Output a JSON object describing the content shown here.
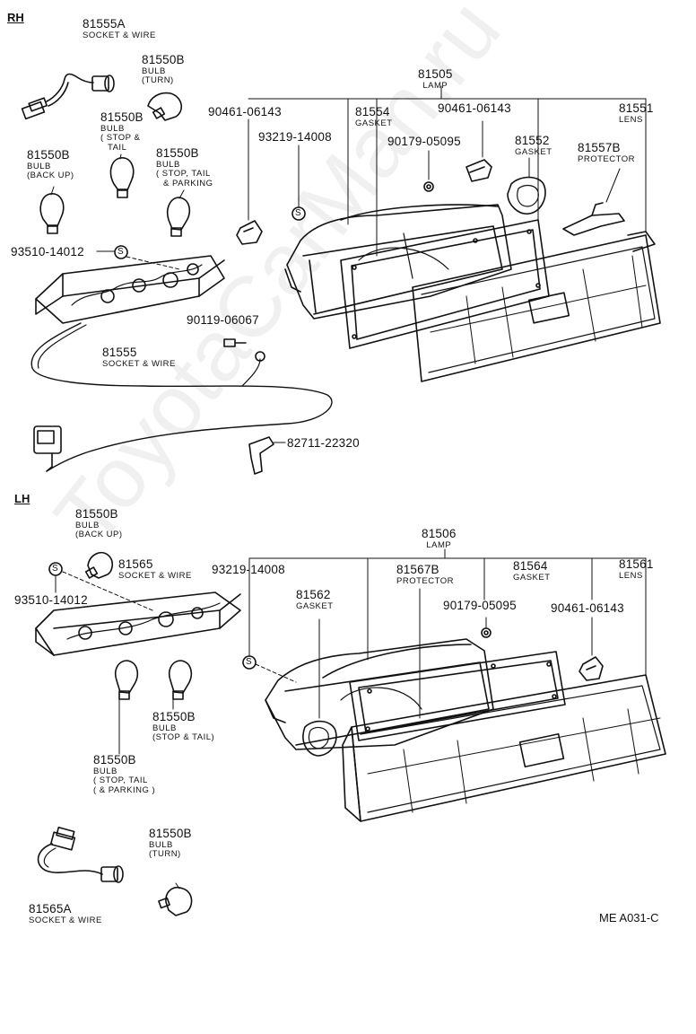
{
  "sections": {
    "rh": "RH",
    "lh": "LH"
  },
  "watermark": "ToyotaCarMan.ru",
  "figure_code": "ME A031-C",
  "rh": {
    "p81555A": {
      "pn": "81555A",
      "name": "SOCKET & WIRE"
    },
    "p81550B_turn": {
      "pn": "81550B",
      "name1": "BULB",
      "name2": "(TURN)"
    },
    "p81550B_stoptail": {
      "pn": "81550B",
      "name1": "BULB",
      "name2": "( STOP &",
      "name3": "TAIL"
    },
    "p81550B_backup": {
      "pn": "81550B",
      "name1": "BULB",
      "name2": "(BACK UP)"
    },
    "p81550B_stp": {
      "pn": "81550B",
      "name1": "BULB",
      "name2": "( STOP, TAIL",
      "name3": "& PARKING"
    },
    "p93510": {
      "pn": "93510-14012"
    },
    "p90119": {
      "pn": "90119-06067"
    },
    "p81555": {
      "pn": "81555",
      "name": "SOCKET & WIRE"
    },
    "p82711": {
      "pn": "82711-22320"
    },
    "p81505": {
      "pn": "81505",
      "name": "LAMP"
    },
    "p90461a": {
      "pn": "90461-06143"
    },
    "p93219": {
      "pn": "93219-14008"
    },
    "p81554": {
      "pn": "81554",
      "name": "GASKET"
    },
    "p90461b": {
      "pn": "90461-06143"
    },
    "p90179": {
      "pn": "90179-05095"
    },
    "p81552": {
      "pn": "81552",
      "name": "GASKET"
    },
    "p81557B": {
      "pn": "81557B",
      "name": "PROTECTOR"
    },
    "p81551": {
      "pn": "81551",
      "name": "LENS"
    }
  },
  "lh": {
    "p81550B_backup": {
      "pn": "81550B",
      "name1": "BULB",
      "name2": "(BACK UP)"
    },
    "p81565": {
      "pn": "81565",
      "name": "SOCKET & WIRE"
    },
    "p93510": {
      "pn": "93510-14012"
    },
    "p93219": {
      "pn": "93219-14008"
    },
    "p81506": {
      "pn": "81506",
      "name": "LAMP"
    },
    "p81562": {
      "pn": "81562",
      "name": "GASKET"
    },
    "p81567B": {
      "pn": "81567B",
      "name": "PROTECTOR"
    },
    "p81564": {
      "pn": "81564",
      "name": "GASKET"
    },
    "p81561": {
      "pn": "81561",
      "name": "LENS"
    },
    "p90179": {
      "pn": "90179-05095"
    },
    "p90461": {
      "pn": "90461-06143"
    },
    "p81550B_stoptail": {
      "pn": "81550B",
      "name1": "BULB",
      "name2": "(STOP & TAIL)"
    },
    "p81550B_stp": {
      "pn": "81550B",
      "name1": "BULB",
      "name2": "( STOP, TAIL",
      "name3": "( & PARKING )"
    },
    "p81550B_turn": {
      "pn": "81550B",
      "name1": "BULB",
      "name2": "(TURN)"
    },
    "p81565A": {
      "pn": "81565A",
      "name": "SOCKET & WIRE"
    }
  },
  "screw_symbol": "S"
}
